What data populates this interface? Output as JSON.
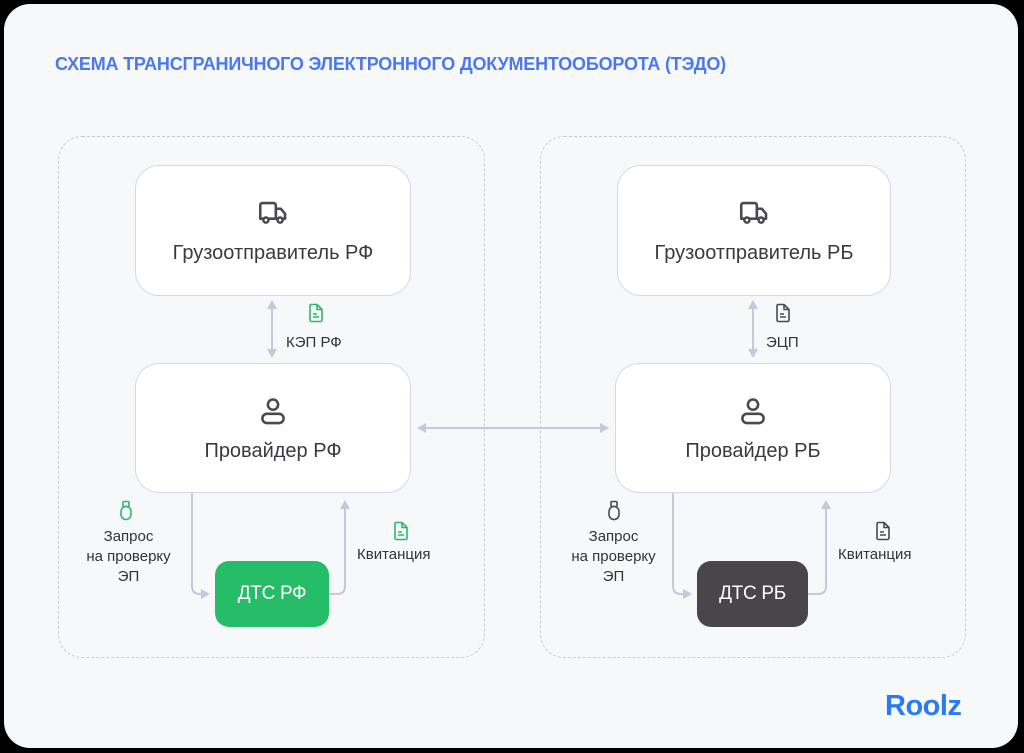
{
  "title": "СХЕМА ТРАНСГРАНИЧНОГО ЭЛЕКТРОННОГО ДОКУМЕНТООБОРОТА (ТЭДО)",
  "colors": {
    "title": "#4a78ee",
    "dts_rf": "#25bd67",
    "dts_rb": "#48464b",
    "green_icon": "#2fb866",
    "gray_icon": "#4a4a4f",
    "connector": "#c7c8de",
    "logo": "#2a7bf0"
  },
  "left": {
    "shipper": {
      "label": "Грузоотправитель РФ",
      "icon": "truck-icon"
    },
    "signature_label": "КЭП РФ",
    "signature_icon": "document-icon",
    "provider": {
      "label": "Провайдер РФ",
      "icon": "user-icon"
    },
    "request_label": [
      "Запрос",
      "на проверку",
      "ЭП"
    ],
    "request_icon": "usb-token-icon",
    "receipt_label": "Квитанция",
    "receipt_icon": "document-icon",
    "dts": {
      "label": "ДТС РФ"
    }
  },
  "right": {
    "shipper": {
      "label": "Грузоотправитель РБ",
      "icon": "truck-icon"
    },
    "signature_label": "ЭЦП",
    "signature_icon": "document-icon",
    "provider": {
      "label": "Провайдер РБ",
      "icon": "user-icon"
    },
    "request_label": [
      "Запрос",
      "на проверку",
      "ЭП"
    ],
    "request_icon": "usb-token-icon",
    "receipt_label": "Квитанция",
    "receipt_icon": "document-icon",
    "dts": {
      "label": "ДТС РБ"
    }
  },
  "logo": "Roolz"
}
